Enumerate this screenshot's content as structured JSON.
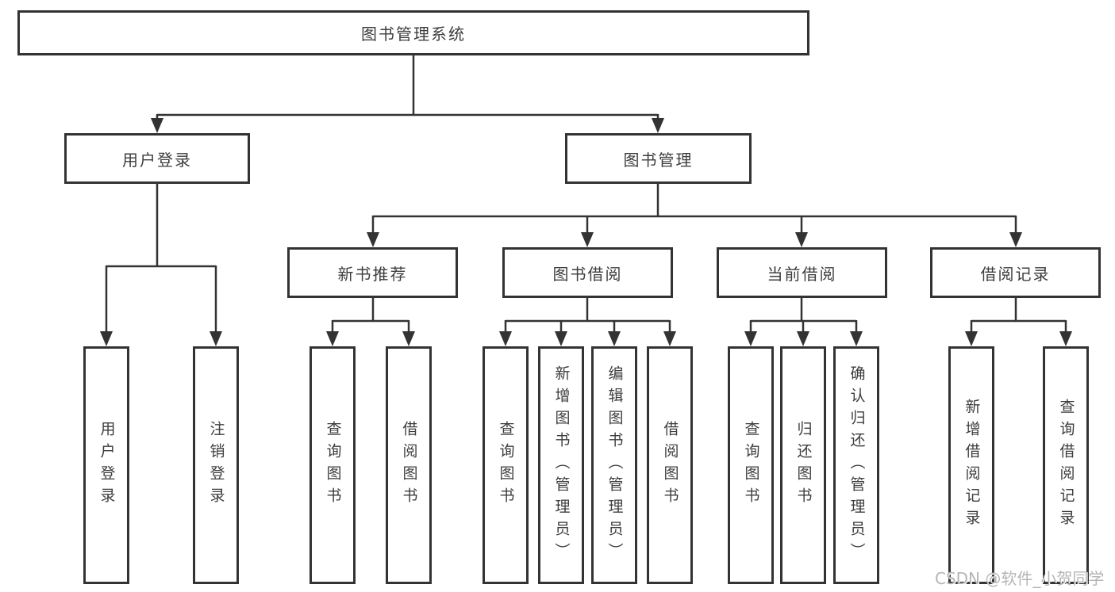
{
  "tree": {
    "root": {
      "label": "图书管理系统",
      "children": [
        {
          "label": "用户登录",
          "children": [
            {
              "label": "用户登录"
            },
            {
              "label": "注销登录"
            }
          ]
        },
        {
          "label": "图书管理",
          "children": [
            {
              "label": "新书推荐",
              "children": [
                {
                  "label": "查询图书"
                },
                {
                  "label": "借阅图书"
                }
              ]
            },
            {
              "label": "图书借阅",
              "children": [
                {
                  "label": "查询图书"
                },
                {
                  "label": "新增图书（管理员）"
                },
                {
                  "label": "编辑图书（管理员）"
                },
                {
                  "label": "借阅图书"
                }
              ]
            },
            {
              "label": "当前借阅",
              "children": [
                {
                  "label": "查询图书"
                },
                {
                  "label": "归还图书"
                },
                {
                  "label": "确认归还（管理员）"
                }
              ]
            },
            {
              "label": "借阅记录",
              "children": [
                {
                  "label": "新增借阅记录"
                },
                {
                  "label": "查询借阅记录"
                }
              ]
            }
          ]
        }
      ]
    }
  },
  "watermark": {
    "text": "CSDN @软件_小贺同学"
  },
  "colors": {
    "line": "#333333",
    "box_border": "#333333",
    "text": "#3d3d3d",
    "watermark": "#b5b5b5",
    "background": "#ffffff"
  }
}
